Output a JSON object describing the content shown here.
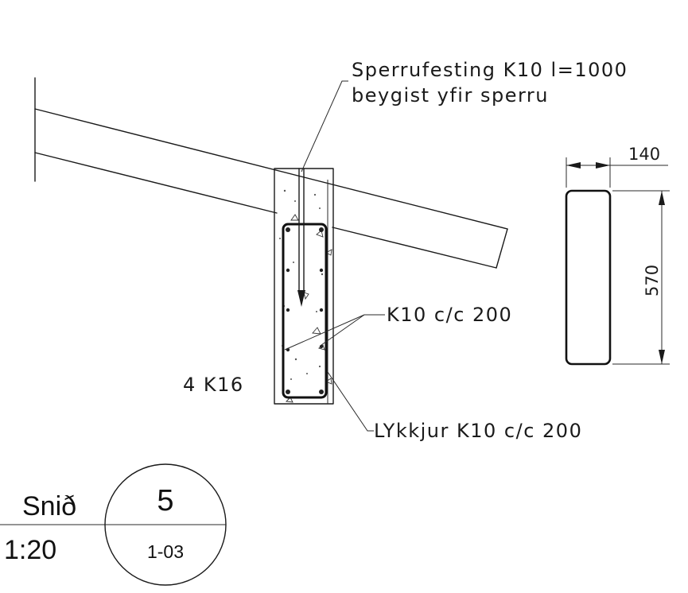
{
  "annotations": {
    "rafter_anchor_line1": "Sperrufesting K10 l=1000",
    "rafter_anchor_line2": "beygist yfir sperru",
    "stirrups": "K10 c/c 200",
    "main_bars": "4 K16",
    "ties": "LYkkjur K10 c/c 200"
  },
  "dimensions": {
    "width": "140",
    "height": "570"
  },
  "section_label": {
    "title": "Snið",
    "scale": "1:20",
    "number": "5",
    "sheet": "1-03"
  }
}
